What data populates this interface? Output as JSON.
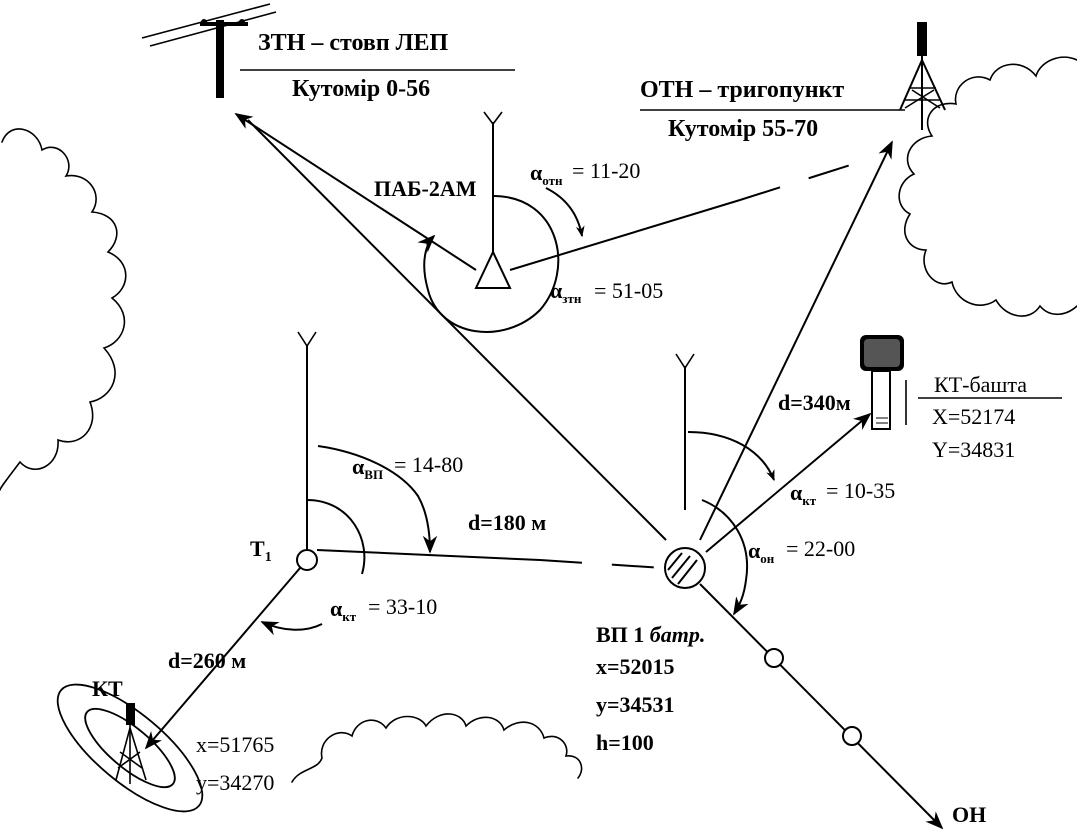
{
  "labels": {
    "ztn_title": "ЗТН – стовп ЛЕП",
    "ztn_protractor": "Кутомір 0-56",
    "otn_title": "ОТН – тригопункт",
    "otn_protractor": "Кутомір 55-70",
    "instrument": "ПАБ-2АМ",
    "alpha_otn_value": "= 11-20",
    "alpha_ztn_value": "= 51-05",
    "d_kt_tower": "d=340м",
    "kt_tower_title": "КТ-башта",
    "kt_tower_x": "X=52174",
    "kt_tower_y": "Y=34831",
    "alpha_vp_value": "= 14-80",
    "d_t1_vp": "d=180 м",
    "alpha_kt_vp_value": "= 10-35",
    "t1_label": "T",
    "t1_sub": "1",
    "alpha_on_value": "= 22-00",
    "alpha_kt_t1_value": "= 33-10",
    "vp_title": "ВП 1",
    "vp_title_it": "батр.",
    "vp_x": "x=52015",
    "vp_y": "y=34531",
    "vp_h": "h=100",
    "d_t1_kt": "d=260 м",
    "kt_label": "КТ",
    "kt_x": "x=51765",
    "kt_y": "y=34270",
    "on_label": "ОН",
    "alpha": "α",
    "sub_otn": "отн",
    "sub_ztn": "зтн",
    "sub_vp": "ВП",
    "sub_kt": "кт",
    "sub_on": "он"
  },
  "icons": [
    "power-pole-icon",
    "trig-point-icon",
    "tower-icon",
    "instrument-triangle-icon",
    "vp-circle-icon",
    "kt-target-icon"
  ]
}
